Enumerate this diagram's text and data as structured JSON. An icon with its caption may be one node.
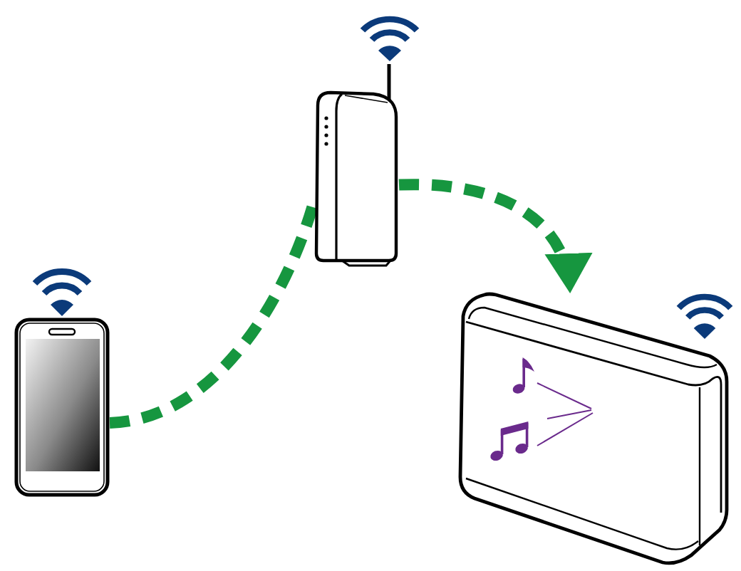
{
  "diagram": {
    "nodes": [
      {
        "text": [],
        "shape": "picture"
      },
      {
        "text": [],
        "shape": "picture"
      },
      {
        "text": [],
        "shape": "picture"
      }
    ],
    "edges": [
      {
        "from": 0,
        "to": 1,
        "arrow": "none",
        "style": "dashed"
      },
      {
        "from": 1,
        "to": 2,
        "arrow": "to",
        "style": "dashed"
      }
    ]
  }
}
